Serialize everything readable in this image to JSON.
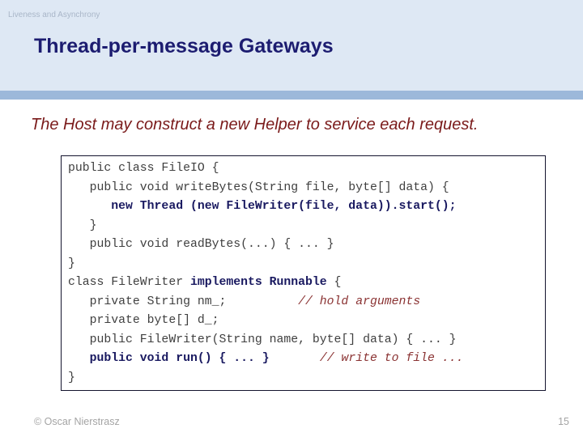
{
  "header": {
    "course": "Liveness and Asynchrony",
    "title": "Thread-per-message Gateways"
  },
  "subtitle": "The Host may construct a new Helper to service each request.",
  "footer": {
    "copyright": "© Oscar Nierstrasz",
    "page_number": "15"
  },
  "colors": {
    "header_bg": "#dee8f4",
    "band": "#9cb8da",
    "title": "#1c1c70",
    "course_label": "#a9b6c8",
    "subtitle": "#7a1a1a",
    "code_plain": "#3f3f3f",
    "code_bold": "#191960",
    "code_comment": "#8a3232",
    "code_border": "#14142e",
    "footer_text": "#a4a4a4"
  },
  "code": {
    "lines": [
      {
        "segments": [
          {
            "style": "plain",
            "text": "public class FileIO {"
          }
        ]
      },
      {
        "segments": [
          {
            "style": "plain",
            "text": "   public void writeBytes(String file, byte[] data) {"
          }
        ]
      },
      {
        "segments": [
          {
            "style": "bold",
            "text": "      new Thread (new FileWriter(file, data)).start();"
          }
        ]
      },
      {
        "segments": [
          {
            "style": "plain",
            "text": "   }"
          }
        ]
      },
      {
        "segments": [
          {
            "style": "plain",
            "text": "   public void readBytes(...) { ... }"
          }
        ]
      },
      {
        "segments": [
          {
            "style": "plain",
            "text": "}"
          }
        ]
      },
      {
        "segments": [
          {
            "style": "plain",
            "text": "class FileWriter "
          },
          {
            "style": "bold",
            "text": "implements Runnable"
          },
          {
            "style": "plain",
            "text": " {"
          }
        ]
      },
      {
        "segments": [
          {
            "style": "plain",
            "text": "   private String nm_;          "
          },
          {
            "style": "comment",
            "text": "// hold arguments"
          }
        ]
      },
      {
        "segments": [
          {
            "style": "plain",
            "text": "   private byte[] d_;"
          }
        ]
      },
      {
        "segments": [
          {
            "style": "plain",
            "text": "   public FileWriter(String name, byte[] data) { ... }"
          }
        ]
      },
      {
        "segments": [
          {
            "style": "bold",
            "text": "   public void run() { ... }"
          },
          {
            "style": "plain",
            "text": "       "
          },
          {
            "style": "comment",
            "text": "// write to file ..."
          }
        ]
      },
      {
        "segments": [
          {
            "style": "plain",
            "text": "}"
          }
        ]
      }
    ]
  }
}
